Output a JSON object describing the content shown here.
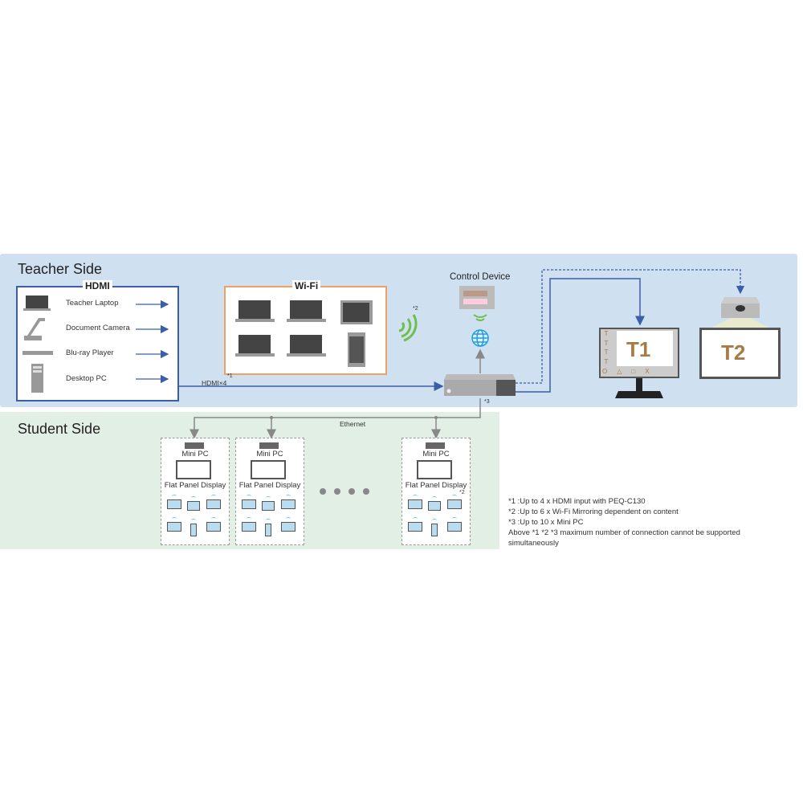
{
  "teacher_side": {
    "title": "Teacher Side",
    "hdmi": {
      "title": "HDMI",
      "devices": [
        "Teacher Laptop",
        "Document Camera",
        "Blu-ray Player",
        "Desktop PC"
      ]
    },
    "wifi": {
      "title": "Wi-Fi",
      "note": "*2"
    },
    "hdmi_link": {
      "label": "HDMI×4",
      "note": "*1"
    },
    "control_device": "Control Device",
    "hub_note": "*3",
    "displays": [
      "T1",
      "T2"
    ],
    "t1_tools": [
      "T",
      "T",
      "T",
      "T"
    ],
    "t1_shapes": [
      "O",
      "△",
      "□",
      "X"
    ]
  },
  "student_side": {
    "title": "Student Side",
    "ethernet": "Ethernet",
    "groups": [
      {
        "mini": "Mini PC",
        "display": "Flat Panel Display"
      },
      {
        "mini": "Mini PC",
        "display": "Flat Panel Display"
      },
      {
        "mini": "Mini PC",
        "display": "Flat Panel Display",
        "note": "*2"
      }
    ]
  },
  "notes": [
    "*1 :Up to 4 x HDMI input with PEQ-C130",
    "*2 :Up to 6 x Wi-Fi Mirroring dependent on content",
    "*3 :Up to 10 x Mini PC",
    "Above *1 *2 *3 maximum number of connection cannot be supported simultaneously"
  ],
  "colors": {
    "teacher_bg": "#cfe0f1",
    "student_bg": "#e1efe5",
    "hdmi": "#3a5ea8",
    "wifi": "#f0a060",
    "accent_text": "#a87a48"
  }
}
